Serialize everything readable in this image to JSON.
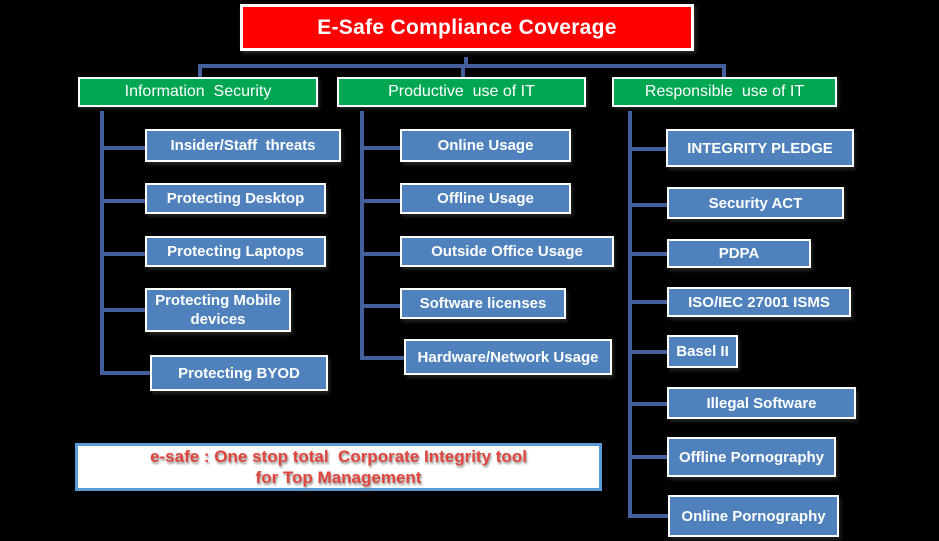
{
  "title": "E-Safe Compliance Coverage",
  "colors": {
    "background": "#000000",
    "title_bg": "#FF0000",
    "header_bg": "#00A651",
    "node_bg": "#4F81BD",
    "connector": "#44619D",
    "note_border": "#5B9BD5",
    "note_text": "#E2453C",
    "box_text": "#FFFFFF"
  },
  "columns": [
    {
      "header": "Information  Security",
      "items": [
        "Insider/Staff  threats",
        "Protecting Desktop",
        "Protecting Laptops",
        "Protecting Mobile devices",
        "Protecting BYOD"
      ]
    },
    {
      "header": "Productive  use of IT",
      "items": [
        "Online Usage",
        "Offline Usage",
        "Outside Office Usage",
        "Software licenses",
        "Hardware/Network Usage"
      ]
    },
    {
      "header": "Responsible  use of IT",
      "items": [
        "INTEGRITY PLEDGE",
        "Security ACT",
        "PDPA",
        "ISO/IEC 27001 ISMS",
        "Basel II",
        "Illegal Software",
        "Offline Pornography",
        "Online Pornography"
      ]
    }
  ],
  "note": {
    "line1": "e-safe : One stop total  Corporate Integrity tool",
    "line2": "for Top Management"
  }
}
